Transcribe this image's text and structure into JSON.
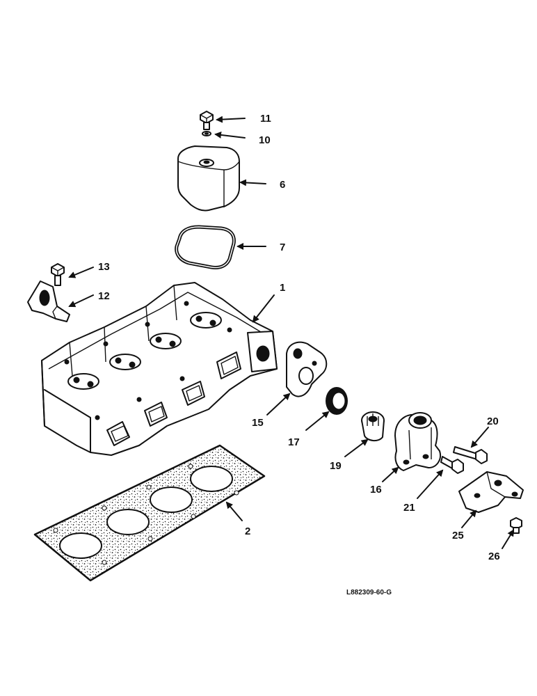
{
  "callouts": {
    "c1": "1",
    "c2": "2",
    "c6": "6",
    "c7": "7",
    "c10": "10",
    "c11": "11",
    "c12": "12",
    "c13": "13",
    "c15": "15",
    "c16": "16",
    "c17": "17",
    "c19": "19",
    "c20": "20",
    "c21": "21",
    "c25": "25",
    "c26": "26"
  },
  "reference": "L882309-60-G",
  "colors": {
    "ink": "#111111",
    "paper": "#ffffff"
  }
}
